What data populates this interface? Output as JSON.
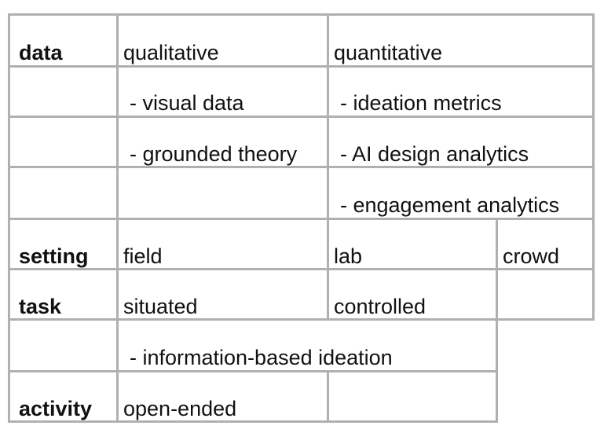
{
  "headers": {
    "data": "data",
    "setting": "setting",
    "task": "task",
    "activity": "activity"
  },
  "data_row": {
    "qualitative": "qualitative",
    "quantitative": "quantitative"
  },
  "qualitative_items": [
    "- visual data",
    "- grounded theory"
  ],
  "quantitative_items": [
    "- ideation metrics",
    "- AI design analytics",
    "- engagement analytics"
  ],
  "setting_row": {
    "field": "field",
    "lab": "lab",
    "crowd": "crowd"
  },
  "task_row": {
    "situated": "situated",
    "controlled": "controlled"
  },
  "task_items": [
    "- information-based ideation"
  ],
  "activity_row": {
    "open_ended": "open-ended"
  }
}
